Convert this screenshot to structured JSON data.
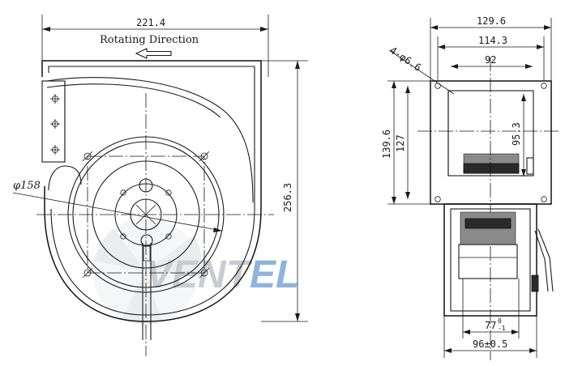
{
  "front_view": {
    "width_label": "221.4",
    "height_label": "256.3",
    "diameter_label": "φ158",
    "rotation_label": "Rotating Direction"
  },
  "side_view": {
    "width_129": "129.6",
    "width_114": "114.3",
    "width_92": "92",
    "hole_label": "4-φ6.6",
    "height_139": "139.6",
    "height_127": "127",
    "height_95": "95.3",
    "bottom_77": "77",
    "bottom_77_tol_upper": "0",
    "bottom_77_tol_lower": "-1",
    "bottom_96": "96±0.5"
  },
  "watermark": {
    "text_main": "VENT",
    "text_accent": "EL",
    "color_main": "#c7ccd2",
    "color_accent": "#8fb3dd"
  }
}
